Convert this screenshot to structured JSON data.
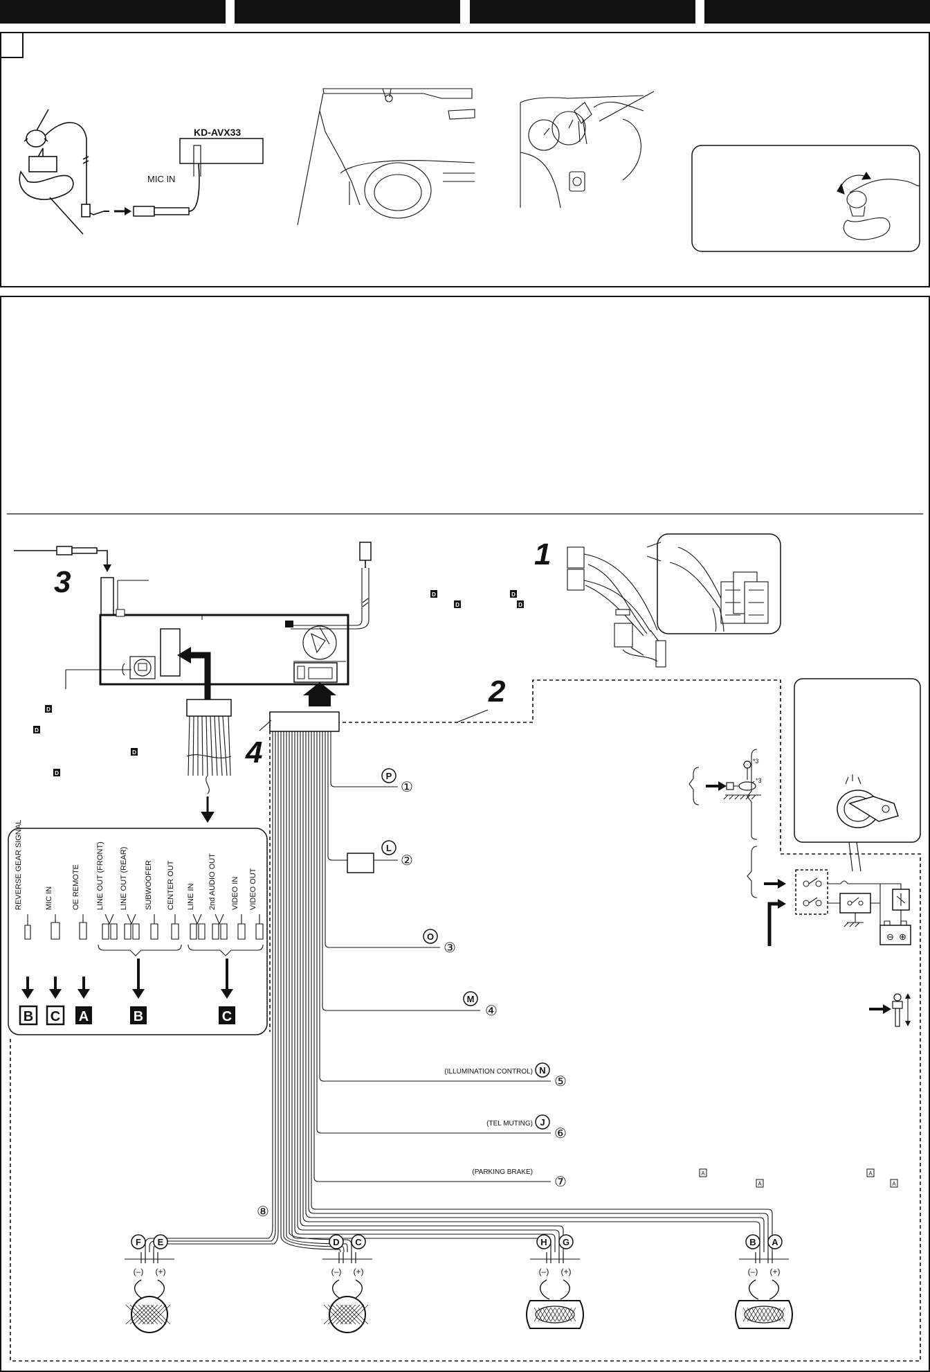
{
  "mic_section": {
    "unit_label": "KD-AVX33",
    "mic_in_label": "MIC IN"
  },
  "top_wires": {
    "numbers": [
      "1",
      "2",
      "3",
      "4"
    ]
  },
  "outputs": {
    "labels": [
      "REVERSE GEAR SIGNAL",
      "MIC IN",
      "OE REMOTE",
      "LINE OUT (FRONT)",
      "LINE OUT (REAR)",
      "SUBWOOFER",
      "CENTER OUT",
      "LINE IN",
      "2nd AUDIO OUT",
      "VIDEO IN",
      "VIDEO OUT"
    ],
    "targets": [
      "B",
      "C",
      "A",
      "B",
      "C"
    ]
  },
  "connections": [
    {
      "letter": "P",
      "number": "①",
      "label": ""
    },
    {
      "letter": "L",
      "number": "②",
      "label": ""
    },
    {
      "letter": "O",
      "number": "③",
      "label": ""
    },
    {
      "letter": "M",
      "number": "④",
      "label": ""
    },
    {
      "letter": "N",
      "number": "⑤",
      "label": "(ILLUMINATION CONTROL)"
    },
    {
      "letter": "J",
      "number": "⑥",
      "label": "(TEL MUTING)"
    },
    {
      "letter": "",
      "number": "⑦",
      "label": "(PARKING BRAKE)"
    }
  ],
  "harness_number": "⑧",
  "speakers": [
    {
      "neg_letter": "F",
      "pos_letter": "E",
      "minus": "(–)",
      "plus": "(+)"
    },
    {
      "neg_letter": "D",
      "pos_letter": "C",
      "minus": "(–)",
      "plus": "(+)"
    },
    {
      "neg_letter": "H",
      "pos_letter": "G",
      "minus": "(–)",
      "plus": "(+)"
    },
    {
      "neg_letter": "B",
      "pos_letter": "A",
      "minus": "(–)",
      "plus": "(+)"
    }
  ],
  "ground": {
    "star_top": "*3",
    "star_bottom": "*3"
  },
  "battery": {
    "minus": "⊖",
    "plus": "⊕"
  },
  "small_refs": {
    "d": "D",
    "a": "A"
  }
}
